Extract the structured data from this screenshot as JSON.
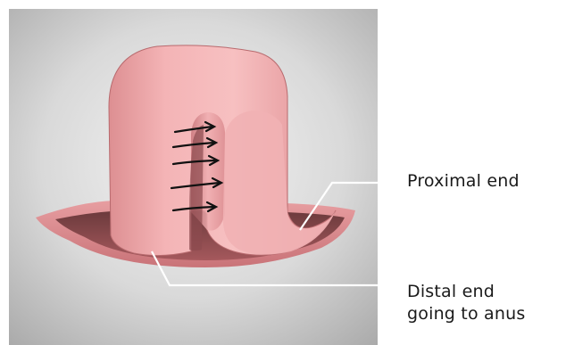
{
  "labels": {
    "proximal": "Proximal end",
    "distal_line1": "Distal end",
    "distal_line2": "going to anus"
  }
}
